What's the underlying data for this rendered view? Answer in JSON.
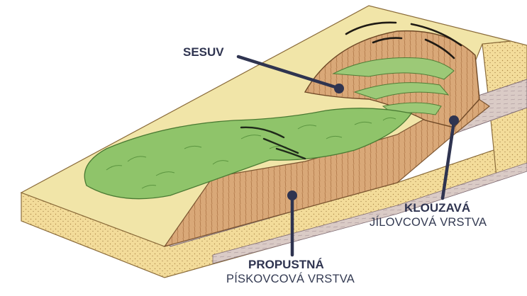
{
  "labels": {
    "sesuv": "SESUV",
    "klouzava_title": "KLOUZAVÁ",
    "klouzava_sub": "JÍLOVCOVÁ VRSTVA",
    "propustna_title": "PROPUSTNÁ",
    "propustna_sub": "PÍSKOVCOVÁ VRSTVA"
  },
  "colors": {
    "grass": "#8fc46a",
    "grass_dark": "#5d9a45",
    "sandstone": "#f3dc9a",
    "claystone": "#d9cbc4",
    "slide_soil": "#d9a878",
    "slide_dark": "#b97e4e",
    "top_surface": "#f1e5a8",
    "pointer": "#2f3450"
  }
}
